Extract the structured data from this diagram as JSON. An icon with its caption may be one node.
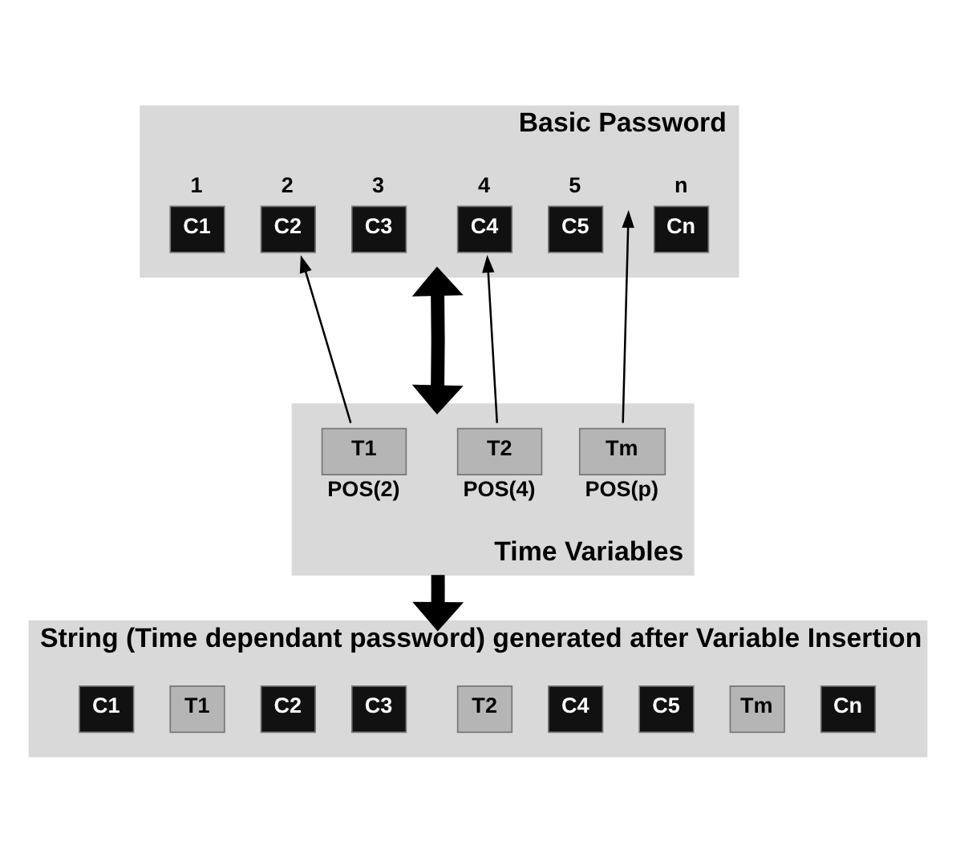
{
  "diagram": {
    "nodes": [
      {
        "text": [
          "Basic Password"
        ]
      },
      {
        "text": [
          "C1"
        ],
        "in": 0,
        "beside": [
          "1"
        ]
      },
      {
        "text": [
          "C2"
        ],
        "in": 0,
        "beside": [
          "2"
        ]
      },
      {
        "text": [
          "C3"
        ],
        "in": 0,
        "beside": [
          "3"
        ]
      },
      {
        "text": [
          "C4"
        ],
        "in": 0,
        "beside": [
          "4"
        ]
      },
      {
        "text": [
          "C5"
        ],
        "in": 0,
        "beside": [
          "5"
        ]
      },
      {
        "text": [
          "Cn"
        ],
        "in": 0,
        "beside": [
          "n"
        ]
      },
      {
        "text": [
          "Time Variables"
        ]
      },
      {
        "text": [
          "T1"
        ],
        "in": 7,
        "beside": [
          "POS(2)"
        ]
      },
      {
        "text": [
          "T2"
        ],
        "in": 7,
        "beside": [
          "POS(4)"
        ]
      },
      {
        "text": [
          "Tm"
        ],
        "in": 7,
        "beside": [
          "POS(p)"
        ]
      },
      {
        "text": [
          "String (Time dependant password) generated after Variable Insertion"
        ]
      },
      {
        "text": [
          "C1"
        ],
        "in": 11
      },
      {
        "text": [
          "T1"
        ],
        "in": 11
      },
      {
        "text": [
          "C2"
        ],
        "in": 11
      },
      {
        "text": [
          "C3"
        ],
        "in": 11
      },
      {
        "text": [
          "T2"
        ],
        "in": 11
      },
      {
        "text": [
          "C4"
        ],
        "in": 11
      },
      {
        "text": [
          "C5"
        ],
        "in": 11
      },
      {
        "text": [
          "Tm"
        ],
        "in": 11
      },
      {
        "text": [
          "Cn"
        ],
        "in": 11
      }
    ],
    "edges": [
      {
        "from": 8,
        "to": 2,
        "arrow": "to"
      },
      {
        "from": 9,
        "to": 4,
        "arrow": "to"
      },
      {
        "from": 10,
        "to": null,
        "arrow": "to"
      },
      {
        "from": 0,
        "to": 7,
        "arrow": "both",
        "style": "thick"
      },
      {
        "from": 7,
        "to": 11,
        "arrow": "to",
        "style": "thick"
      }
    ]
  }
}
